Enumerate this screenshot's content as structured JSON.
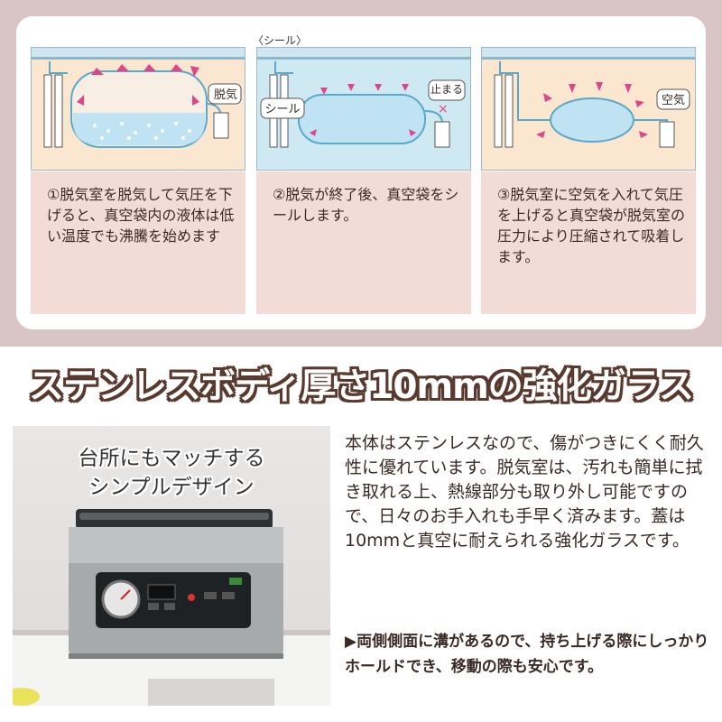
{
  "diagram": {
    "step_label": "〈シール〉",
    "panels": [
      {
        "tag": "脱気",
        "description": "①脱気室を脱気して気圧を下げると、真空袋内の液体は低い温度でも沸騰を始めます"
      },
      {
        "tag": "止まる",
        "seal_tag": "シール",
        "description": "②脱気が終了後、真空袋をシールします。"
      },
      {
        "tag": "空気",
        "description": "③脱気室に空気を入れて気圧を上げると真空袋が脱気室の圧力により圧縮されて吸着します。"
      }
    ]
  },
  "heading": "ステンレスボディ厚さ10mmの強化ガラス",
  "photo": {
    "caption_line1": "台所にもマッチする",
    "caption_line2": "シンプルデザイン"
  },
  "body": {
    "paragraph": "本体はステンレスなので、傷がつきにくく耐久性に優れています。脱気室は、汚れも簡単に拭き取れる上、熱線部分も取り外し可能ですので、日々のお手入れも手早く済みます。蓋は 10mmと真空に耐えられる強化ガラスです。",
    "note": "▶両側側面に溝があるので、持ち上げる際にしっかりホールドでき、移動の際も安心です。"
  },
  "colors": {
    "background_band": "#d9c4c6",
    "desc_panel": "#f4dcd6",
    "chamber_fill": "#fbe6cf",
    "liquid": "#bfe3f2",
    "arrow": "#e0448a",
    "heading_outline": "#5a3a2e"
  }
}
